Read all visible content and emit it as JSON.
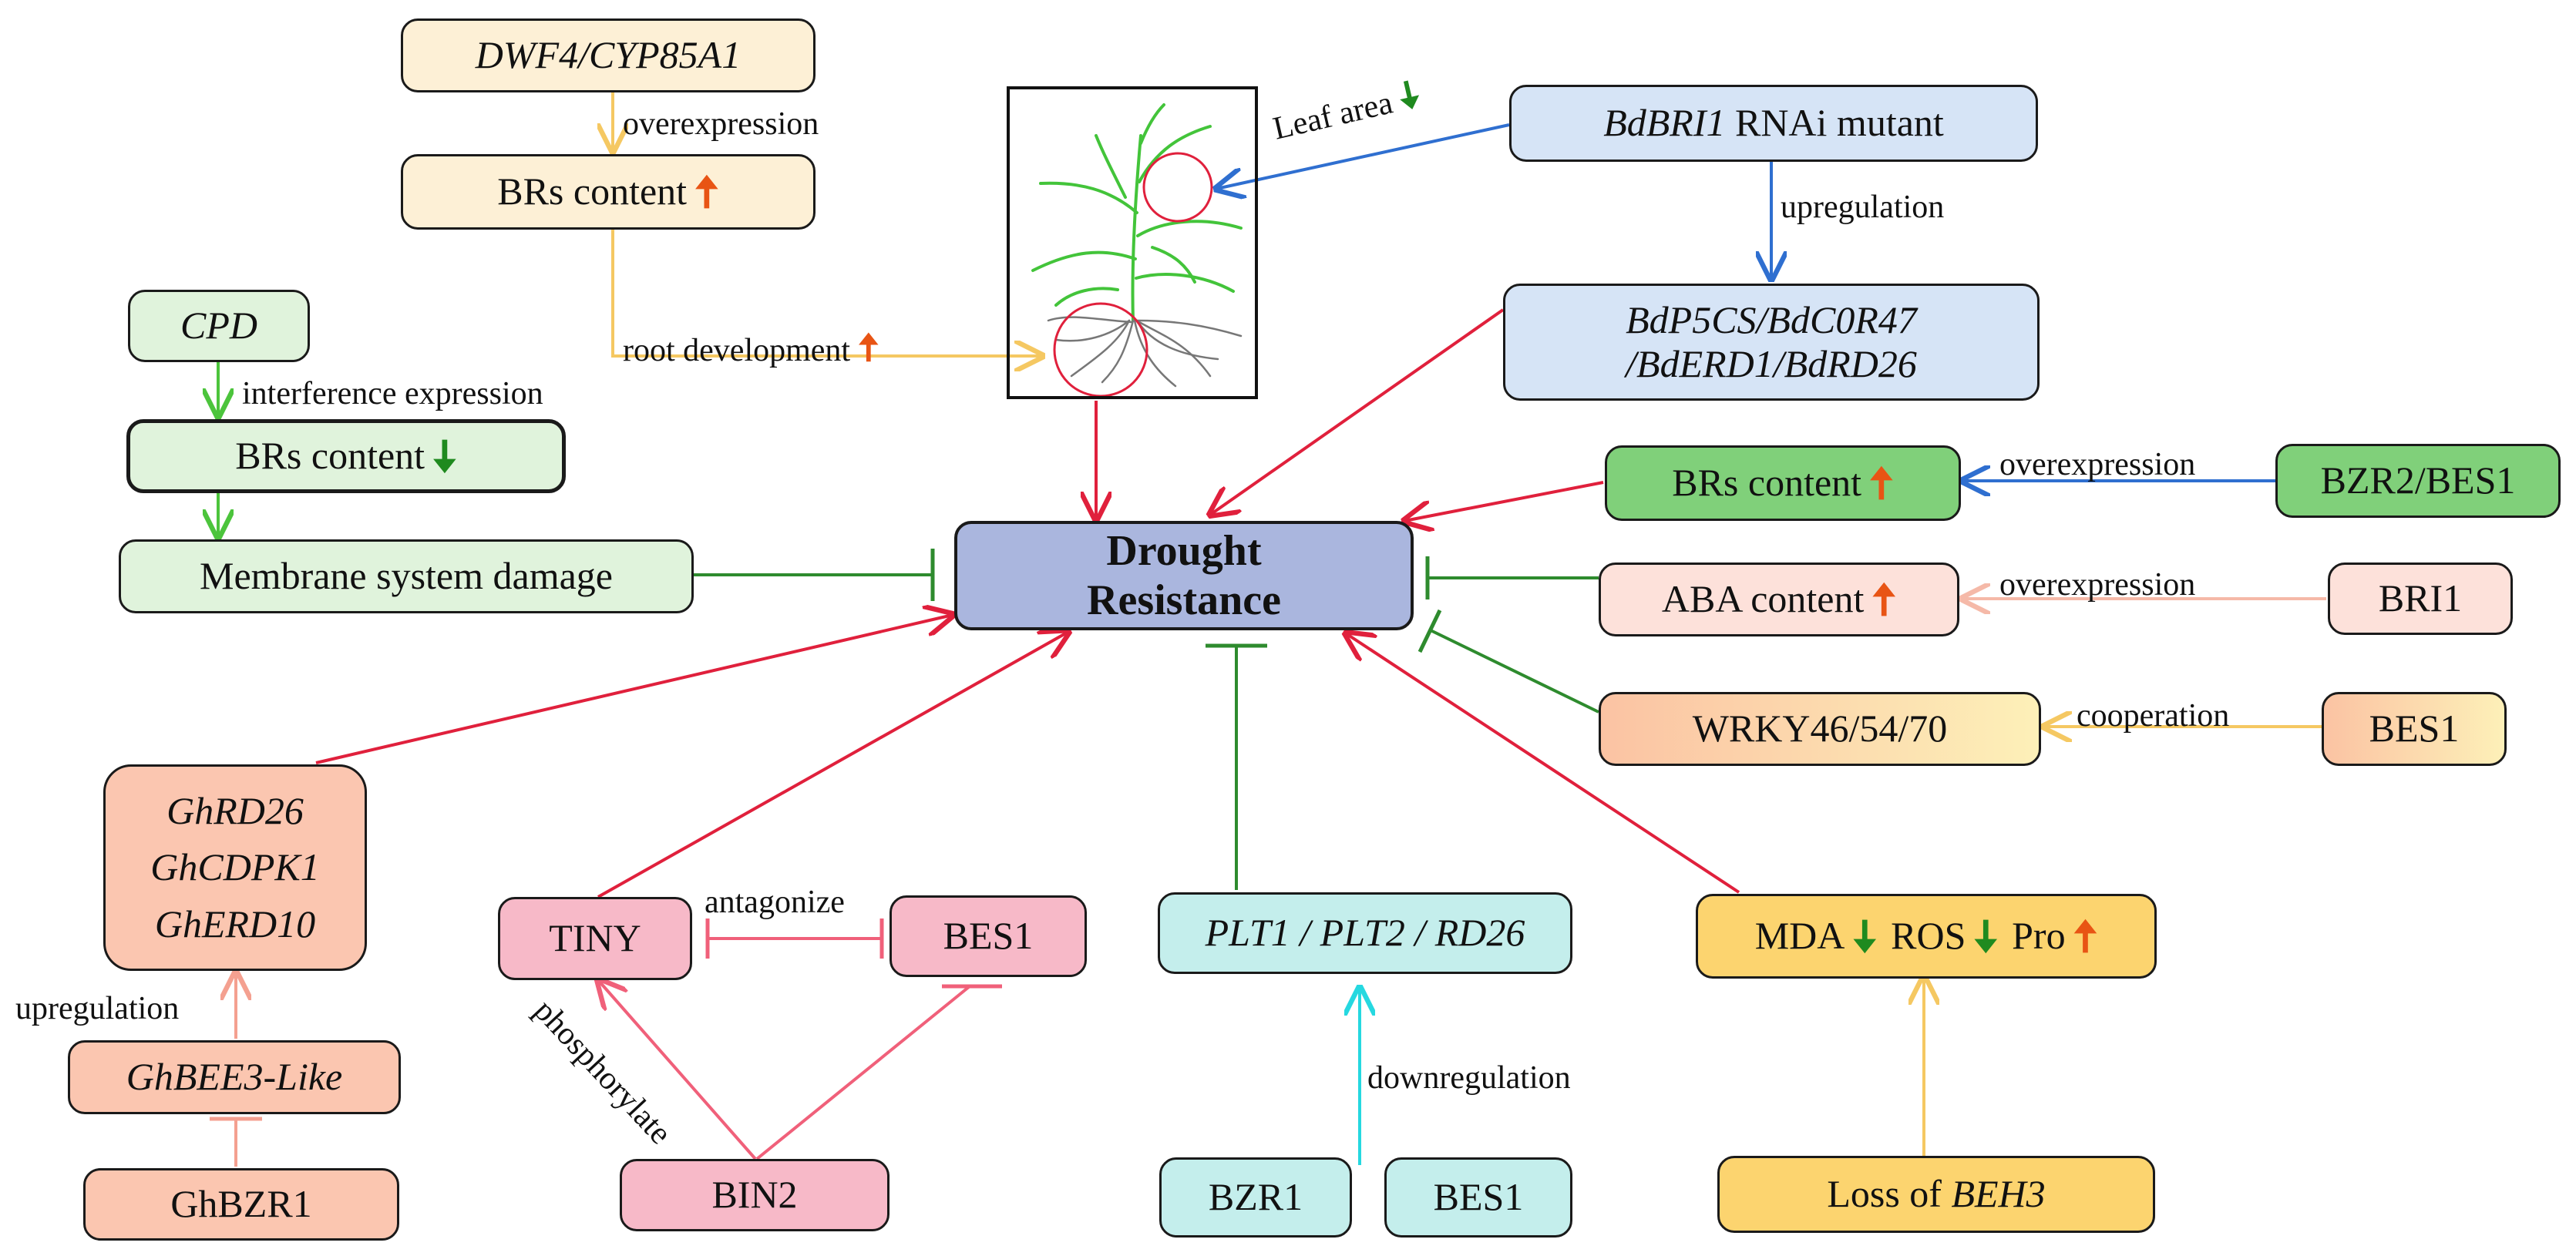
{
  "center": {
    "line1": "Drought",
    "line2": "Resistance"
  },
  "nodes": {
    "dwf4": "DWF4/CYP85A1",
    "brs_up_top": "BRs content",
    "cpd": "CPD",
    "brs_down": "BRs content",
    "membrane": "Membrane system damage",
    "bdbri1_gene": "BdBRI1",
    "bdbri1_rest": " RNAi mutant",
    "bdp5cs_line1": "BdP5CS/BdC0R47",
    "bdp5cs_line2": "/BdERD1/BdRD26",
    "brs_up_right": "BRs content",
    "bzr2": "BZR2/BES1",
    "aba": "ABA content",
    "bri1": "BRI1",
    "wrky": "WRKY46/54/70",
    "bes1_right": "BES1",
    "ghrd26": "GhRD26",
    "ghcdpk1": "GhCDPK1",
    "gherd10": "GhERD10",
    "ghbee3": "GhBEE3-Like",
    "ghbzr1": "GhBZR1",
    "tiny": "TINY",
    "bes1_mid": "BES1",
    "bin2": "BIN2",
    "plt": "PLT1 / PLT2 / RD26",
    "bzr1": "BZR1",
    "bes1_bottom": "BES1",
    "mda": "MDA",
    "ros": "ROS",
    "pro": "Pro",
    "beh3_prefix": "Loss of ",
    "beh3_gene": "BEH3"
  },
  "labels": {
    "overexpression_top": "overexpression",
    "root_development": "root development",
    "interference_expression": "interference expression",
    "leaf_area": "Leaf area",
    "upregulation_right": "upregulation",
    "overexpression_bzr2": "overexpression",
    "overexpression_bri1": "overexpression",
    "cooperation": "cooperation",
    "upregulation_left": "upregulation",
    "antagonize": "antagonize",
    "phosphorylate": "phosphorylate",
    "downregulation": "downregulation"
  },
  "colors": {
    "activation_red": "#e0203c",
    "inhibition_green": "#2e8b2e",
    "blue_arrow": "#2f6fd0",
    "yellow_arrow": "#f5c862",
    "cyan_arrow": "#25d8e0",
    "pink_arrow": "#f08080",
    "up_arrow_orange": "#e85414",
    "down_arrow_green": "#1f8a1f"
  },
  "icons": {
    "increase": "up-arrow-icon",
    "decrease": "down-arrow-icon"
  }
}
